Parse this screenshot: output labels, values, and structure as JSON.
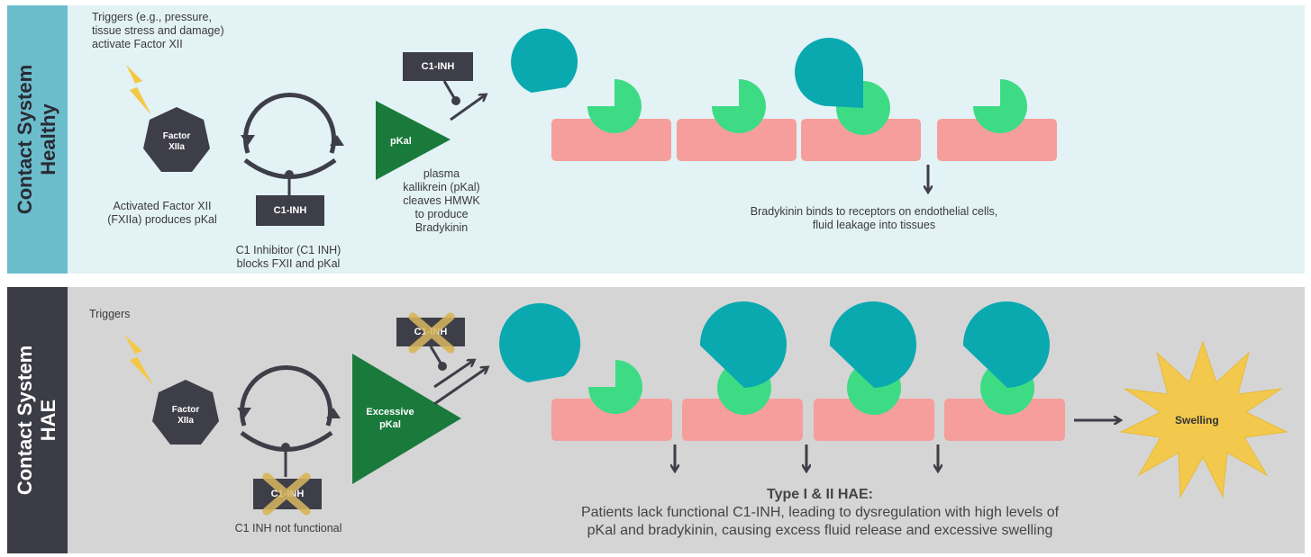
{
  "healthy": {
    "tab_line1": "Contact System",
    "tab_line2": "Healthy",
    "triggers": [
      "Triggers (e.g., pressure,",
      "tissue stress and damage)",
      "activate Factor XII"
    ],
    "factor_line1": "Factor",
    "factor_line2": "XIIa",
    "factor_caption": [
      "Activated Factor XII",
      "(FXIIa) produces pKal"
    ],
    "inhibitor_box": "C1-INH",
    "inhibitor_caption": [
      "C1 Inhibitor (C1 INH)",
      "blocks FXII and pKal"
    ],
    "top_box": "C1-INH",
    "pkal_label": "pKal",
    "pkal_caption": [
      "plasma",
      "kallikrein (pKal)",
      "cleaves HMWK",
      "to produce",
      "Bradykinin"
    ],
    "bradykinin_caption": [
      "Bradykinin binds to receptors on endothelial cells,",
      "fluid leakage into tissues"
    ]
  },
  "hae": {
    "tab_line1": "Contact System",
    "tab_line2": "HAE",
    "triggers": "Triggers",
    "factor_line1": "Factor",
    "factor_line2": "XIIa",
    "inhibitor_box": "C1-INH",
    "inhibitor_caption": "C1 INH not functional",
    "top_box": "C1-INH",
    "pkal_line1": "Excessive",
    "pkal_line2": "pKal",
    "swelling_label": "Swelling",
    "summary_title": "Type I & II HAE:",
    "summary_lines": [
      "Patients lack functional C1-INH, leading to dysregulation with high levels of",
      "pKal and bradykinin, causing excess fluid release and excessive swelling"
    ]
  },
  "colors": {
    "teal": "#0aa9b0",
    "receptor_green": "#3ddc84",
    "cell_pink": "#f59e9c",
    "pkal_green": "#1a7a3c",
    "dark": "#3e3e48",
    "lightning": "#f5c842",
    "swelling": "#f2c94c",
    "cross": "#d9b860"
  }
}
